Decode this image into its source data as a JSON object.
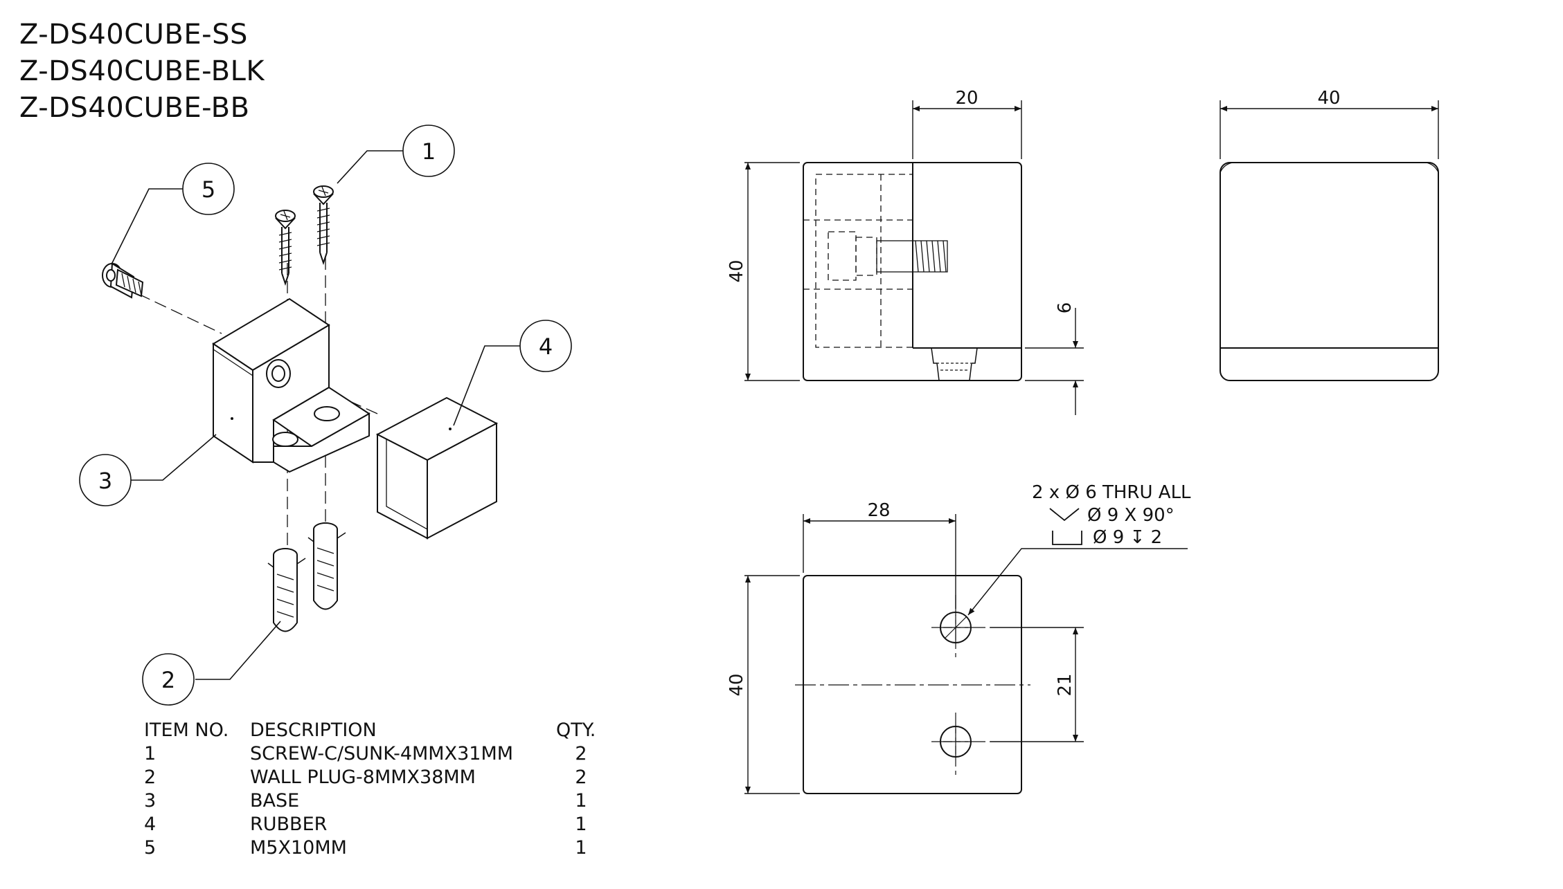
{
  "titles": [
    "Z-DS40CUBE-SS",
    "Z-DS40CUBE-BLK",
    "Z-DS40CUBE-BB"
  ],
  "balloons": [
    "1",
    "2",
    "3",
    "4",
    "5"
  ],
  "bom": {
    "headers": {
      "item": "ITEM NO.",
      "description": "DESCRIPTION",
      "qty": "QTY."
    },
    "rows": [
      {
        "item": "1",
        "description": "SCREW-C/SUNK-4MMX31MM",
        "qty": "2"
      },
      {
        "item": "2",
        "description": "WALL PLUG-8MMX38MM",
        "qty": "2"
      },
      {
        "item": "3",
        "description": "BASE",
        "qty": "1"
      },
      {
        "item": "4",
        "description": "RUBBER",
        "qty": "1"
      },
      {
        "item": "5",
        "description": "M5X10MM",
        "qty": "1"
      }
    ]
  },
  "dimensions": {
    "side_width": "20",
    "side_height": "40",
    "side_offset": "6",
    "front_width": "40",
    "top_width": "28",
    "top_height": "40",
    "hole_spacing": "21"
  },
  "hole_callout": {
    "line1": "2 x Ø 6 THRU ALL",
    "line2": "Ø 9 X 90°",
    "line3": "Ø 9 ↧ 2"
  }
}
